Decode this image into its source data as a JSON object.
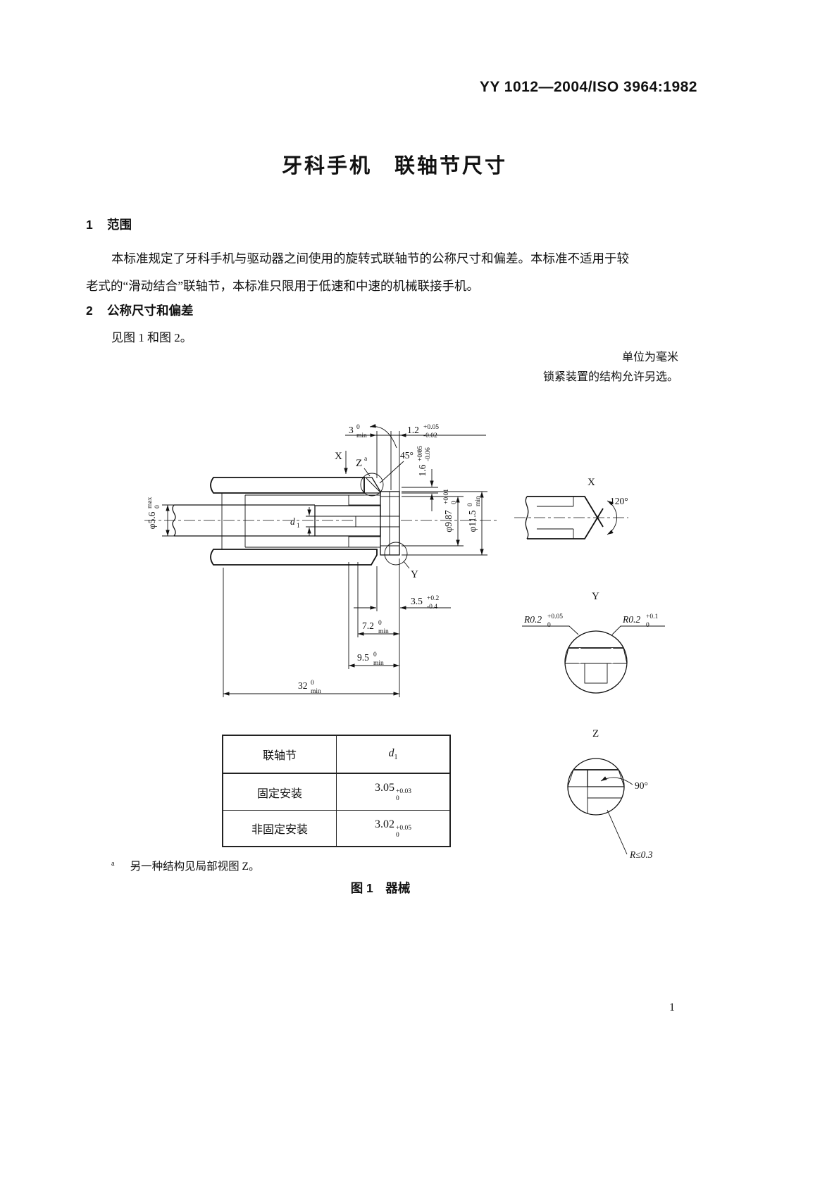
{
  "page": {
    "header_code": "YY 1012—2004/ISO 3964:1982",
    "title": "牙科手机　联轴节尺寸",
    "section1": {
      "number": "1",
      "heading": "范围"
    },
    "para_line1": "本标准规定了牙科手机与驱动器之间使用的旋转式联轴节的公称尺寸和偏差。本标准不适用于较",
    "para_line2": "老式的“滑动结合”联轴节，本标准只限用于低速和中速的机械联接手机。",
    "section2": {
      "number": "2",
      "heading": "公称尺寸和偏差"
    },
    "see_figures": "见图 1 和图 2。",
    "unit_note": "单位为毫米",
    "lock_note": "锁紧装置的结构允许另选。",
    "footnote_marker": "a",
    "footnote_text": "另一种结构见局部视图 Z。",
    "figure_caption": "图 1　器械",
    "page_number": "1"
  },
  "table": {
    "col1_header": "联轴节",
    "col2_header_value": "d",
    "col2_header_sub": "1",
    "rows": [
      {
        "label": "固定安装",
        "value": "3.05",
        "sup": "+0.03",
        "sub": "0"
      },
      {
        "label": "非固定安装",
        "value": "3.02",
        "sup": "+0.05",
        "sub": "0"
      }
    ]
  },
  "drawing": {
    "labels": {
      "x_view": "X",
      "y_view": "Y",
      "z_view": "Z",
      "x_dir": "X",
      "z_ref": "Z",
      "sup_a": "a",
      "y_ref": "Y"
    },
    "dims": {
      "d3": {
        "value": "3",
        "sup": "0",
        "sub": "min"
      },
      "d1_2": {
        "value": "1.2",
        "sup": "+0.05",
        "sub": "-0.02"
      },
      "a45": {
        "value": "45°",
        "sup": "a"
      },
      "phi56": {
        "value": "φ5.6",
        "sup": "max",
        "sub": "0"
      },
      "d1": {
        "value": "d",
        "sub": "1"
      },
      "d16": {
        "value": "1.6",
        "sup": "+0.05",
        "sub": "-0.06"
      },
      "phi987": {
        "value": "φ9.87",
        "sup": "+0.01",
        "sub": "0"
      },
      "phi115": {
        "value": "φ11.5",
        "sup": "0",
        "sub": "min"
      },
      "d35": {
        "value": "3.5",
        "sup": "+0.2",
        "sub": "-0.4"
      },
      "d72": {
        "value": "7.2",
        "sup": "0",
        "sub": "min"
      },
      "d95": {
        "value": "9.5",
        "sup": "0",
        "sub": "min"
      },
      "d32": {
        "value": "32",
        "sup": "0",
        "sub": "min"
      },
      "r02a": {
        "value": "R0.2",
        "sup": "+0.05",
        "sub": "0"
      },
      "r02b": {
        "value": "R0.2",
        "sup": "+0.1",
        "sub": "0"
      },
      "a120": "120°",
      "a90": "90°",
      "r03": "R≤0.3"
    }
  }
}
